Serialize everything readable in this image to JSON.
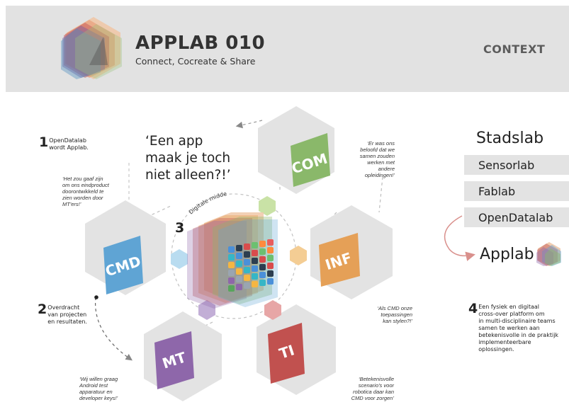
{
  "header": {
    "title": "APPLAB 010",
    "subtitle": "Connect, Cocreate & Share",
    "section": "CONTEXT"
  },
  "headline": "‘Een app\nmaak je toch\nniet alleen?!’",
  "hexes": [
    {
      "label": "COM",
      "color": "#8ab86a"
    },
    {
      "label": "INF",
      "color": "#e5a057"
    },
    {
      "label": "TI",
      "color": "#c1514f"
    },
    {
      "label": "MT",
      "color": "#8e67aa"
    },
    {
      "label": "CMD",
      "color": "#5fa4d4"
    }
  ],
  "small_hex_colors": {
    "top": "#c9e2a6",
    "right": "#f4cd94",
    "bottom_right": "#e7a6a6",
    "bottom_left": "#c2aed6",
    "left": "#b9dcf0"
  },
  "center_label": "Digitale middelen",
  "steps": [
    {
      "number": "1",
      "text": "OpenDatalab\nwordt Applab."
    },
    {
      "number": "2",
      "text": "Overdracht\nvan projecten\nen resultaten."
    },
    {
      "number": "3",
      "text": ""
    },
    {
      "number": "4",
      "text": "Een fysiek en digitaal\ncross-over platform om\nin multi-disciplinaire teams\nsamen te werken aan\nbetekenisvolle in de praktijk\nimplementeerbare\noplossingen."
    }
  ],
  "quotes": {
    "com": "‘Er was ons\nbeloofd dat we\nsamen zouden\nwerken met andere\nopleidingen!’",
    "cmd": "‘Het zou gaaf zijn\nom ons eindproduct\ndoorontwikkeld te\nzien worden door\nMT'ers!’",
    "inf": "‘Als CMD onze\ntoepassingen\nkan stylen?!’",
    "mt": "‘Wij willen graag\nAndroid test\napparatuur en\ndeveloper keys!’",
    "ti": "‘Betekenisvolle\nscenario's voor\nrobotica daar kan\nCMD voor zorgen’"
  },
  "right_panel": {
    "stadslab": "Stadslab",
    "labs": [
      "Sensorlab",
      "Fablab",
      "OpenDatalab"
    ],
    "applab": "Applab",
    "arrow_color": "#d9908c"
  }
}
